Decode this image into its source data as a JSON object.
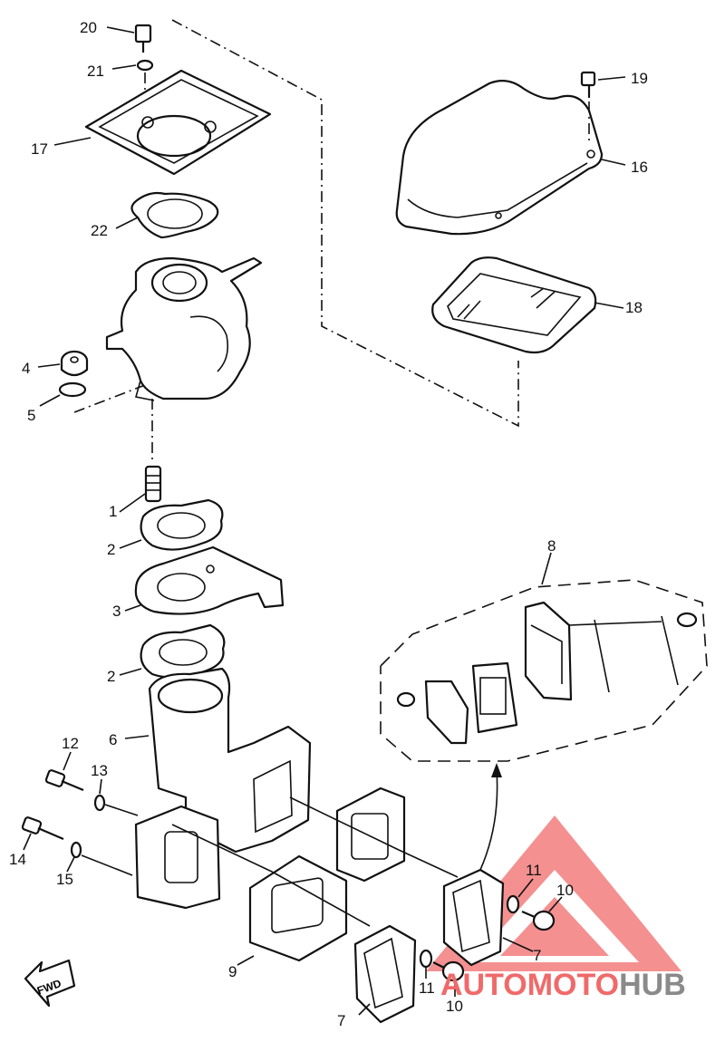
{
  "callouts": [
    {
      "id": "p20",
      "text": "20"
    },
    {
      "id": "p21",
      "text": "21"
    },
    {
      "id": "p17",
      "text": "17"
    },
    {
      "id": "p22",
      "text": "22"
    },
    {
      "id": "p4",
      "text": "4"
    },
    {
      "id": "p5",
      "text": "5"
    },
    {
      "id": "p1",
      "text": "1"
    },
    {
      "id": "p2a",
      "text": "2"
    },
    {
      "id": "p3",
      "text": "3"
    },
    {
      "id": "p2b",
      "text": "2"
    },
    {
      "id": "p6",
      "text": "6"
    },
    {
      "id": "p12",
      "text": "12"
    },
    {
      "id": "p13",
      "text": "13"
    },
    {
      "id": "p14",
      "text": "14"
    },
    {
      "id": "p15",
      "text": "15"
    },
    {
      "id": "p9",
      "text": "9"
    },
    {
      "id": "p7a",
      "text": "7"
    },
    {
      "id": "p7b",
      "text": "7"
    },
    {
      "id": "p10a",
      "text": "10"
    },
    {
      "id": "p10b",
      "text": "10"
    },
    {
      "id": "p11a",
      "text": "11"
    },
    {
      "id": "p11b",
      "text": "11"
    },
    {
      "id": "p8",
      "text": "8"
    },
    {
      "id": "p16",
      "text": "16"
    },
    {
      "id": "p18",
      "text": "18"
    },
    {
      "id": "p19",
      "text": "19"
    }
  ],
  "fwd_label": "FWD",
  "watermark": {
    "part1": "AUTO",
    "part2": "MOTO",
    "part3": "HUB",
    "color_red": "#f06a6a",
    "color_gray": "#8a8a8a"
  }
}
